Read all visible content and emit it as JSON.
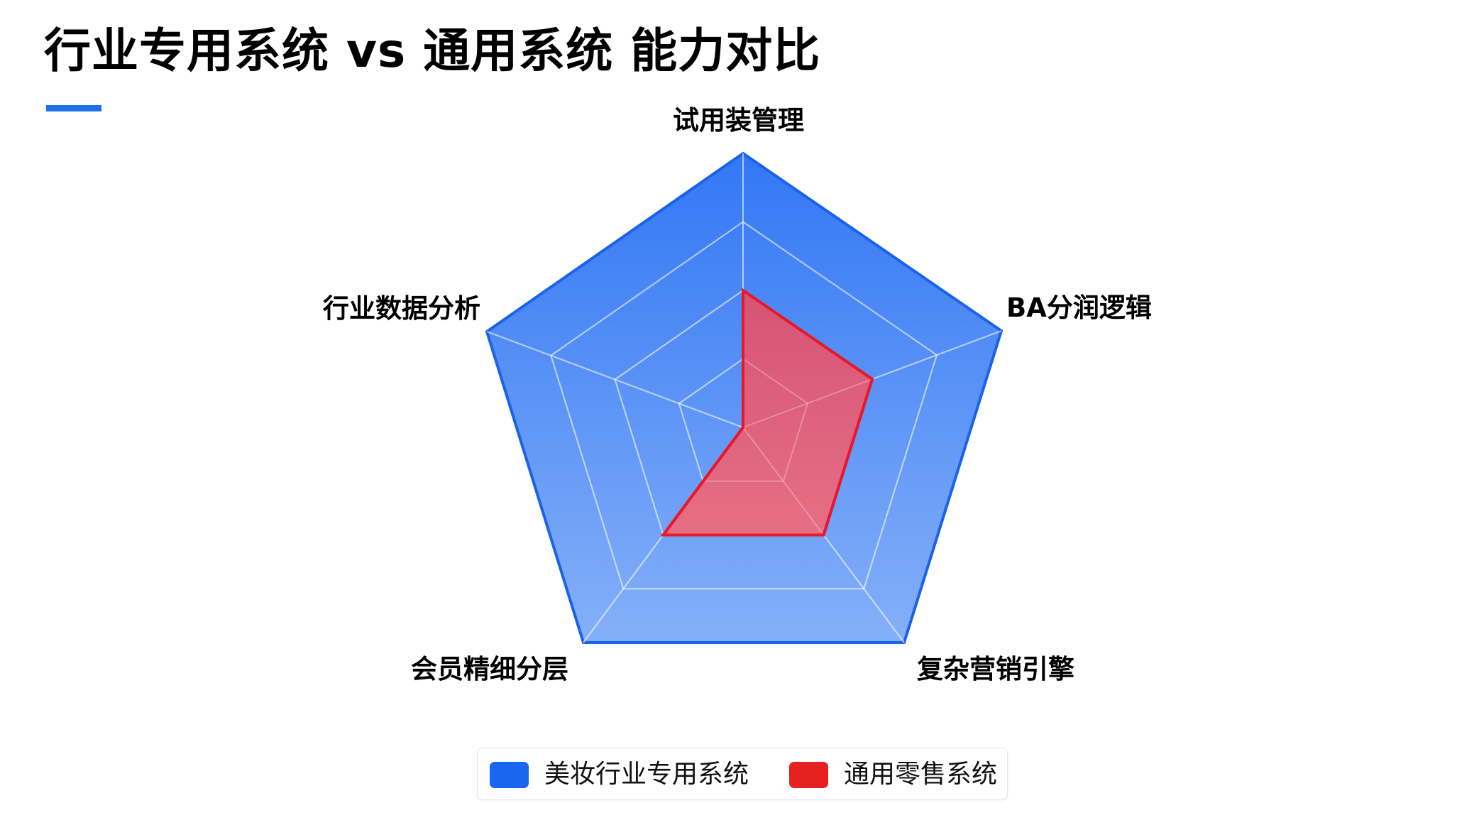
{
  "page": {
    "title": "行业专用系统 vs 通用系统 能力对比",
    "accent_color": "#1f6fe8"
  },
  "chart_data": {
    "type": "radar",
    "title": "行业专用系统 vs 通用系统 能力对比",
    "axes": [
      "试用装管理",
      "BA分润逻辑",
      "复杂营销引擎",
      "会员精细分层",
      "行业数据分析"
    ],
    "range": [
      0,
      100
    ],
    "grid_rings": 4,
    "grid": true,
    "legend_position": "bottom",
    "series": [
      {
        "name": "美妆行业专用系统",
        "color": "#1a66f0",
        "values": [
          100,
          100,
          100,
          100,
          100
        ]
      },
      {
        "name": "通用零售系统",
        "color": "#e8182a",
        "values": [
          50,
          50,
          50,
          50,
          0
        ]
      }
    ]
  },
  "legend": {
    "items": [
      {
        "label": "美妆行业专用系统",
        "color": "#1a66f0"
      },
      {
        "label": "通用零售系统",
        "color": "#e5221f"
      }
    ]
  }
}
